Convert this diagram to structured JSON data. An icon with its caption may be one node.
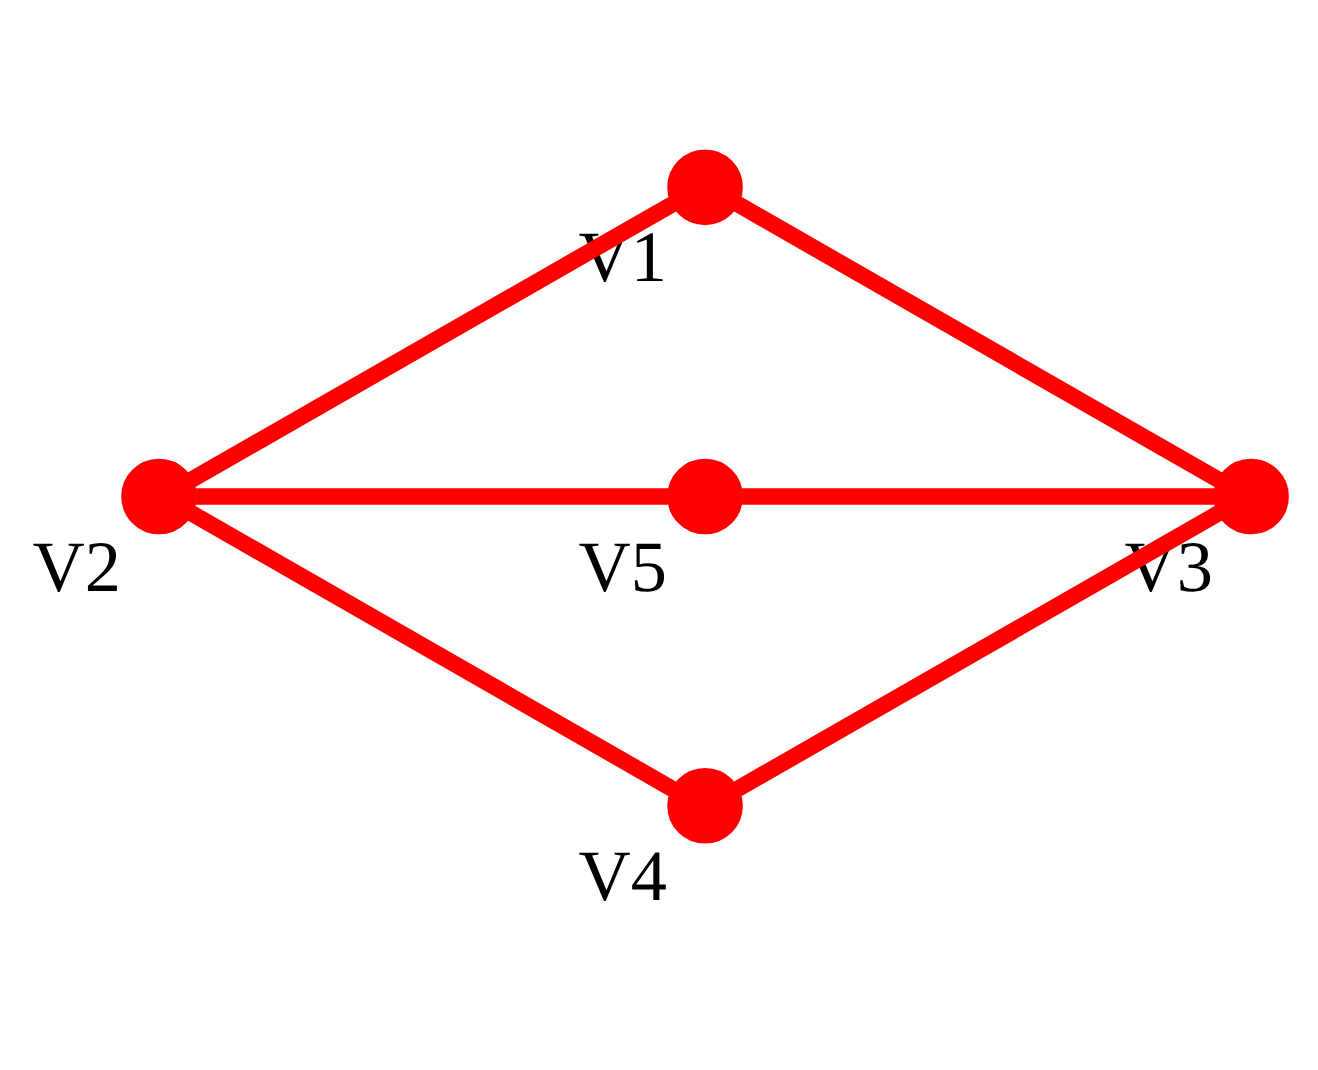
{
  "diagram": {
    "nodes": [
      {
        "text": [],
        "shape": "circle",
        "beside": [
          "V1"
        ]
      },
      {
        "text": [],
        "shape": "circle",
        "beside": [
          "V2"
        ]
      },
      {
        "text": [],
        "shape": "circle",
        "beside": [
          "V5"
        ]
      },
      {
        "text": [],
        "shape": "circle",
        "beside": [
          "V3"
        ]
      },
      {
        "text": [],
        "shape": "circle",
        "beside": [
          "V4"
        ]
      }
    ],
    "edges": [
      {
        "from": 1,
        "to": 0,
        "arrow": "none"
      },
      {
        "from": 0,
        "to": 3,
        "arrow": "none"
      },
      {
        "from": 1,
        "to": 2,
        "arrow": "none"
      },
      {
        "from": 2,
        "to": 3,
        "arrow": "none"
      },
      {
        "from": 1,
        "to": 4,
        "arrow": "none"
      },
      {
        "from": 4,
        "to": 3,
        "arrow": "none"
      }
    ]
  }
}
